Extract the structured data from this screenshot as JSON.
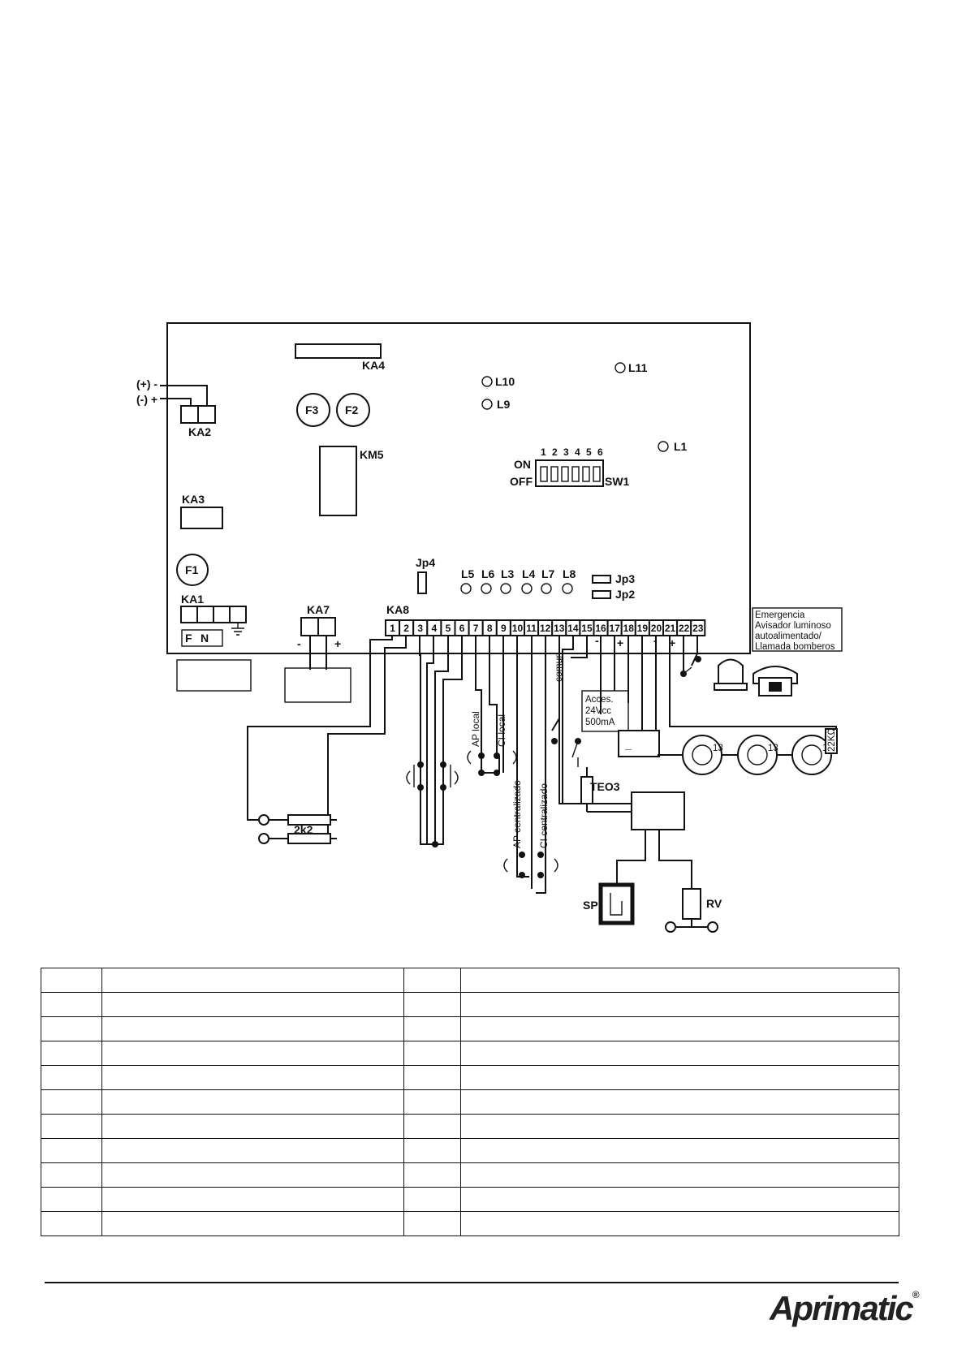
{
  "diagram": {
    "polarity_top": "(+) -",
    "polarity_bottom": "(-) +",
    "components": {
      "ka1": "KA1",
      "ka2": "KA2",
      "ka3": "KA3",
      "ka4": "KA4",
      "ka7": "KA7",
      "ka8": "KA8",
      "km5": "KM5",
      "f1": "F1",
      "f2": "F2",
      "f3": "F3",
      "sw1": "SW1",
      "sw_on": "ON",
      "sw_off": "OFF",
      "jp2": "Jp2",
      "jp3": "Jp3",
      "jp4": "Jp4",
      "teo3": "TEO3",
      "sp": "SP",
      "rv": "RV",
      "res_2k2": "2k2",
      "res_22k": "22KΩ"
    },
    "ka1_labels": [
      "F",
      "N"
    ],
    "ka7_polarity": [
      "-",
      "+"
    ],
    "leds": {
      "l10": "L10",
      "l9": "L9",
      "l11": "L11",
      "l1": "L1",
      "row": [
        "L5",
        "L6",
        "L3",
        "L4",
        "L7",
        "L8"
      ]
    },
    "switch_numbers": [
      "1",
      "2",
      "3",
      "4",
      "5",
      "6"
    ],
    "terminals": [
      "1",
      "2",
      "3",
      "4",
      "5",
      "6",
      "7",
      "8",
      "9",
      "10",
      "11",
      "12",
      "13",
      "14",
      "15",
      "16",
      "17",
      "18",
      "19",
      "20",
      "21",
      "22",
      "23"
    ],
    "terminal_polarity": {
      "t16": "-",
      "t17": "+",
      "t20": "-",
      "t21": "+",
      "block": "_"
    },
    "wire_labels": {
      "ap_local": "AP local",
      "ci_local": "CI local",
      "ap_central": "AP centralizado",
      "ci_central": "CI centralizado",
      "comun": "comun"
    },
    "accessory_note": [
      "Acces.",
      "24Vcc",
      "500mA"
    ],
    "emergency_note": [
      "Emergencia",
      "Avisador luminoso",
      "autoalimentado/",
      "Llamada bomberos"
    ],
    "detector_code": "13"
  },
  "legend_table": {
    "rows": 11,
    "cols": 4
  },
  "footer": {
    "brand": "Aprimatic",
    "reg": "®"
  }
}
